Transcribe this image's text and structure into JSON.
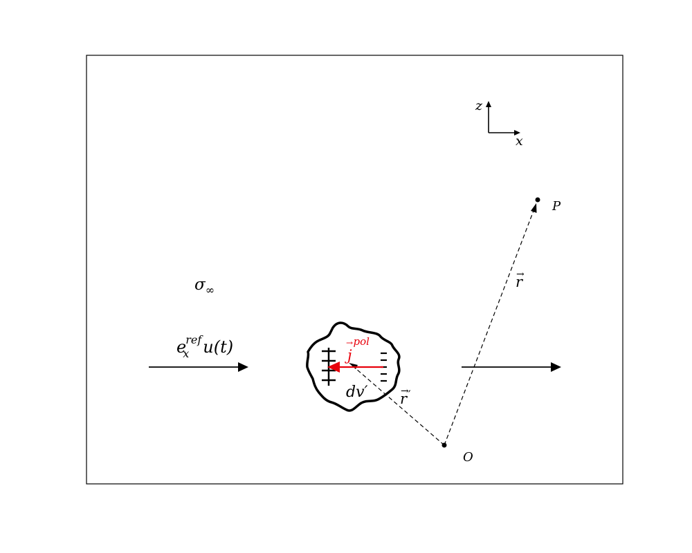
{
  "figure": {
    "axes_labels": {
      "z": "z",
      "x": "x"
    },
    "points": {
      "P": "P",
      "O": "O"
    },
    "vectors": {
      "r": "r",
      "r_prime": "r",
      "prime": "′"
    },
    "medium_label": {
      "symbol": "σ",
      "subscript": "∞"
    },
    "field_label": {
      "base": "e",
      "sub": "x",
      "sup": "ref",
      "rest": "u(t)"
    },
    "current_label": {
      "symbol": "j",
      "sup": "pol"
    },
    "volume_label": "dv′",
    "charges": {
      "plus": "+",
      "minus": "-"
    },
    "colors": {
      "current": "#e8000b",
      "ink": "#000000"
    }
  }
}
